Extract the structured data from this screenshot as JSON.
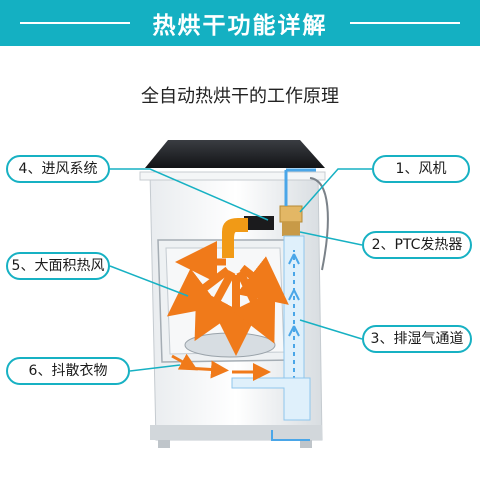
{
  "header": {
    "title": "热烘干功能详解"
  },
  "subtitle": "全自动热烘干的工作原理",
  "labels": {
    "fan": "1、风机",
    "ptc_heater": "2、PTC发热器",
    "dehumid_channel": "3、排湿气通道",
    "air_inlet": "4、进风系统",
    "large_area_drying": "5、大面积热风",
    "shake_clothes": "6、抖散衣物"
  },
  "colors": {
    "accent": "#14b0c2",
    "hot_air": "#f07a1a",
    "cool_air": "#4aa6e8"
  }
}
